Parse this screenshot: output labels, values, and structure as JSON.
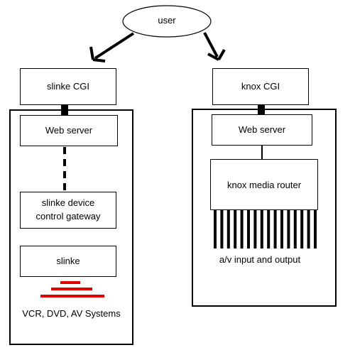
{
  "diagram": {
    "user_node": {
      "label": "user"
    },
    "left_stack": {
      "cgi": "slinke CGI",
      "web_server": "Web server",
      "gateway_line1": "slinke device",
      "gateway_line2": "control gateway",
      "device": "slinke",
      "systems_caption": "VCR, DVD, AV Systems"
    },
    "right_stack": {
      "cgi": "knox CGI",
      "web_server": "Web server",
      "router": "knox media router",
      "io_caption": "a/v input and output"
    },
    "colors": {
      "stroke": "#000000",
      "signal": "#e00000",
      "background": "#ffffff"
    }
  }
}
